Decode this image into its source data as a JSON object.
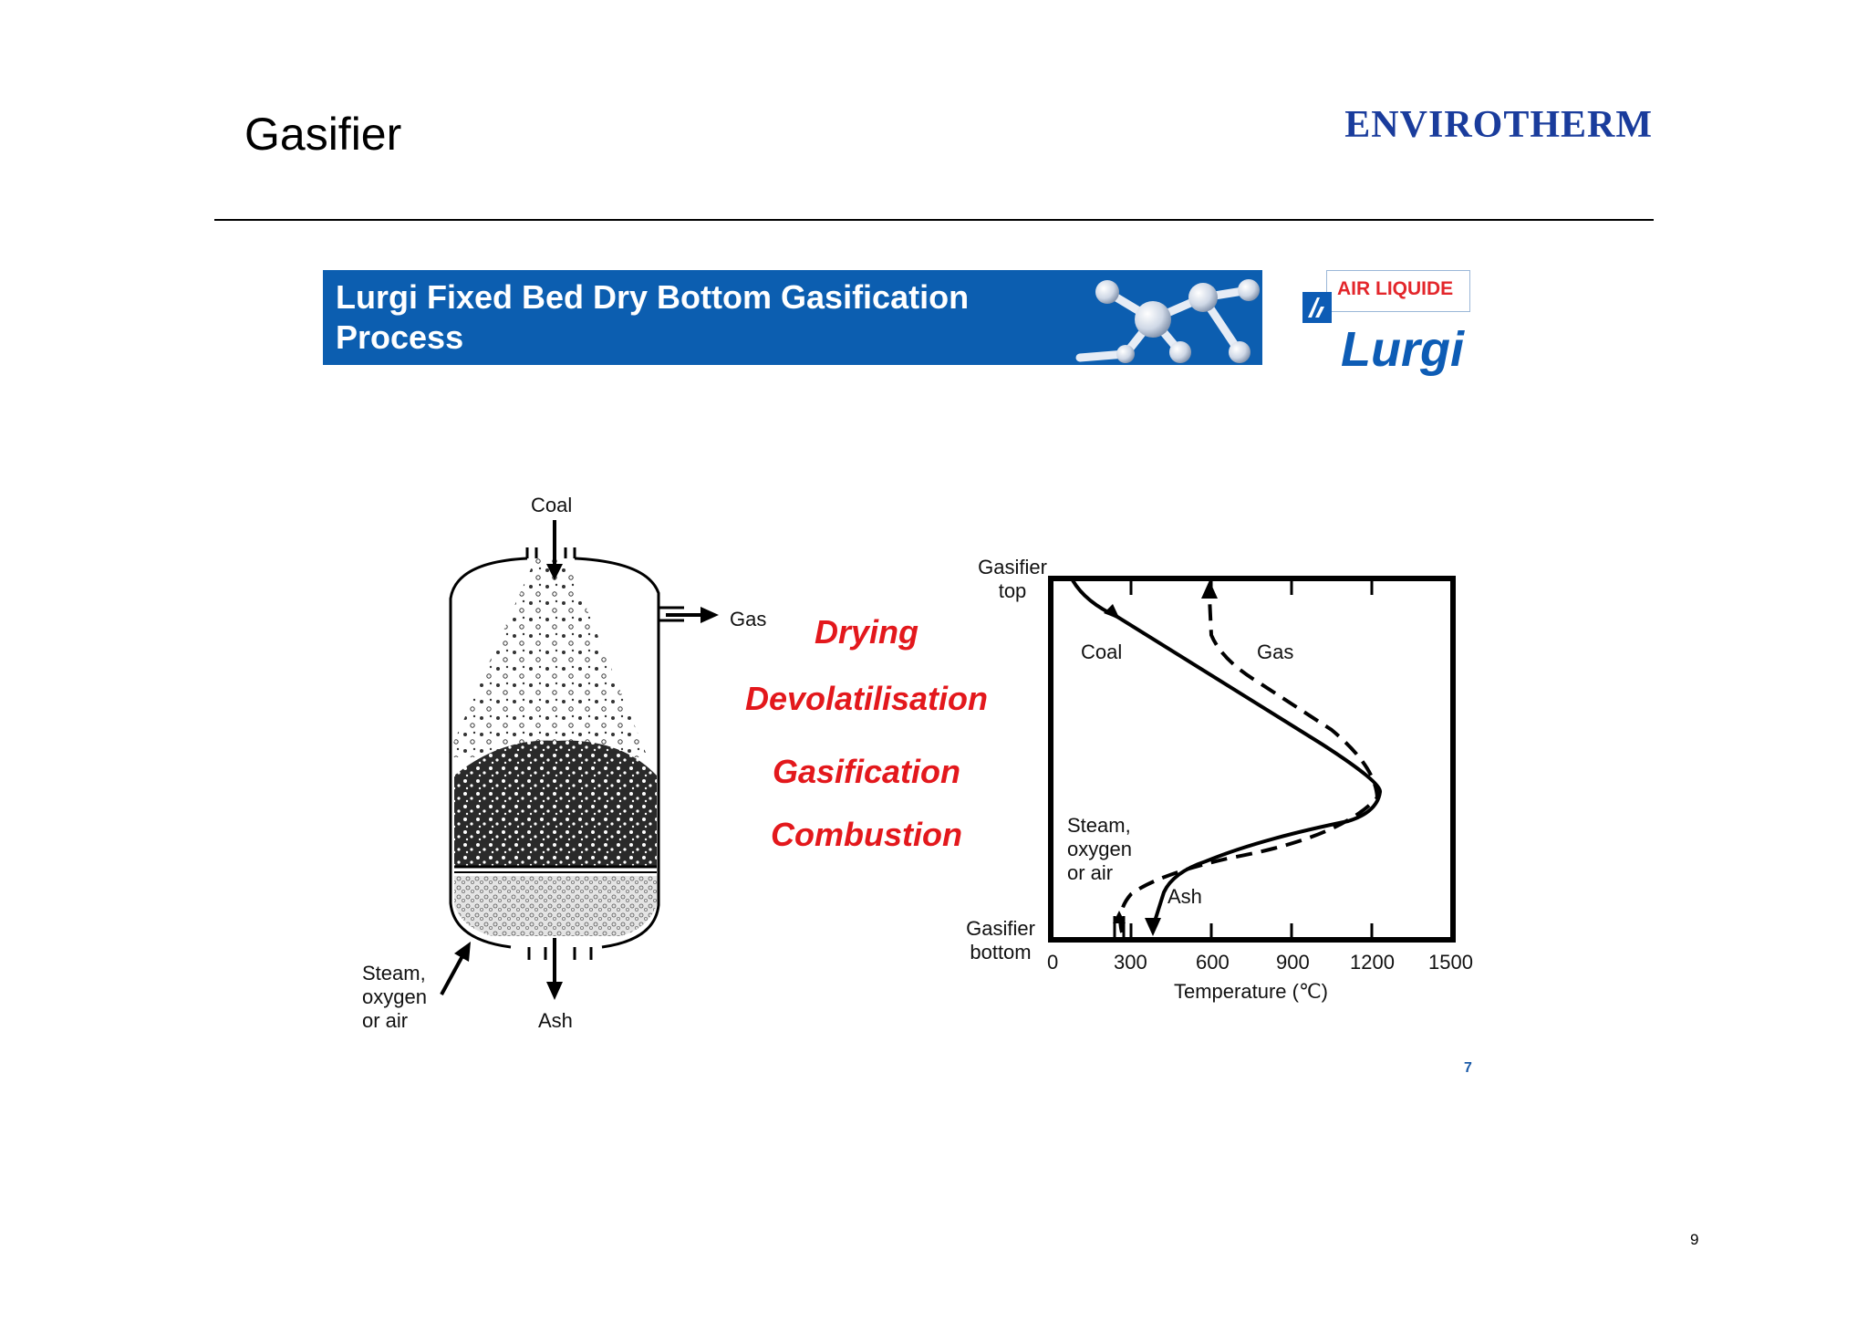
{
  "slide": {
    "title": "Gasifier",
    "brand": "ENVIROTHERM",
    "footnote": "7",
    "page_number": "9"
  },
  "banner": {
    "title": "Lurgi Fixed Bed Dry Bottom Gasification Process",
    "background": "#0c5eb0"
  },
  "logos": {
    "air_liquide": "AIR LIQUIDE",
    "lurgi": "Lurgi"
  },
  "gasifier": {
    "coal": "Coal",
    "gas": "Gas",
    "steam": "Steam,\noxygen\nor air",
    "ash": "Ash"
  },
  "zones": [
    "Drying",
    "Devolatilisation",
    "Gasification",
    "Combustion"
  ],
  "chart": {
    "top_label": "Gasifier\ntop",
    "bottom_label": "Gasifier\nbottom",
    "xlabel": "Temperature (℃)",
    "xticks": [
      "0",
      "300",
      "600",
      "900",
      "1200",
      "1500"
    ],
    "curve_labels": {
      "coal": "Coal",
      "gas": "Gas",
      "steam": "Steam,\noxygen\nor air",
      "ash": "Ash"
    }
  },
  "colors": {
    "zone_text": "#e3181c",
    "brand": "#1a3c9c",
    "lurgi": "#0d5cb5"
  }
}
